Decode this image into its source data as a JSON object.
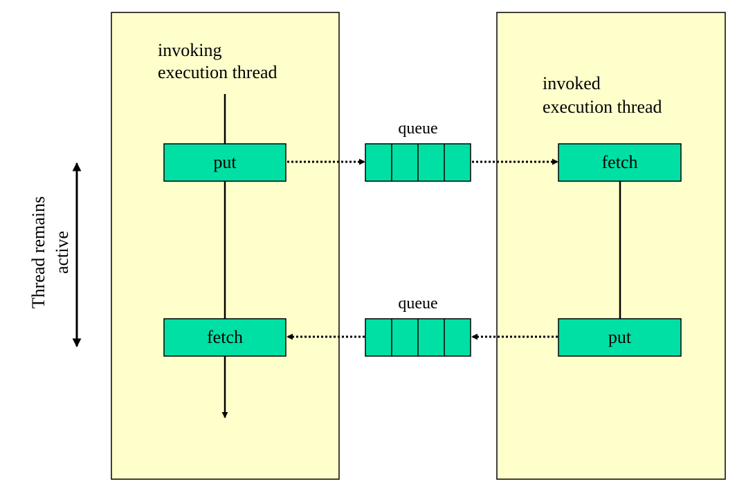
{
  "colors": {
    "panel_fill": "#ffffcc",
    "op_box_fill": "#00e0a4",
    "queue_fill": "#00e0a4",
    "line": "#000000"
  },
  "left_panel": {
    "title_line1": "invoking",
    "title_line2": "execution thread",
    "op_top": "put",
    "op_bottom": "fetch"
  },
  "right_panel": {
    "title_line1": "invoked",
    "title_line2": "execution thread",
    "op_top": "fetch",
    "op_bottom": "put"
  },
  "queues": {
    "top_label": "queue",
    "bottom_label": "queue",
    "cells_per_queue": 4
  },
  "side_annotation": {
    "line1": "Thread remains",
    "line2": "active"
  }
}
